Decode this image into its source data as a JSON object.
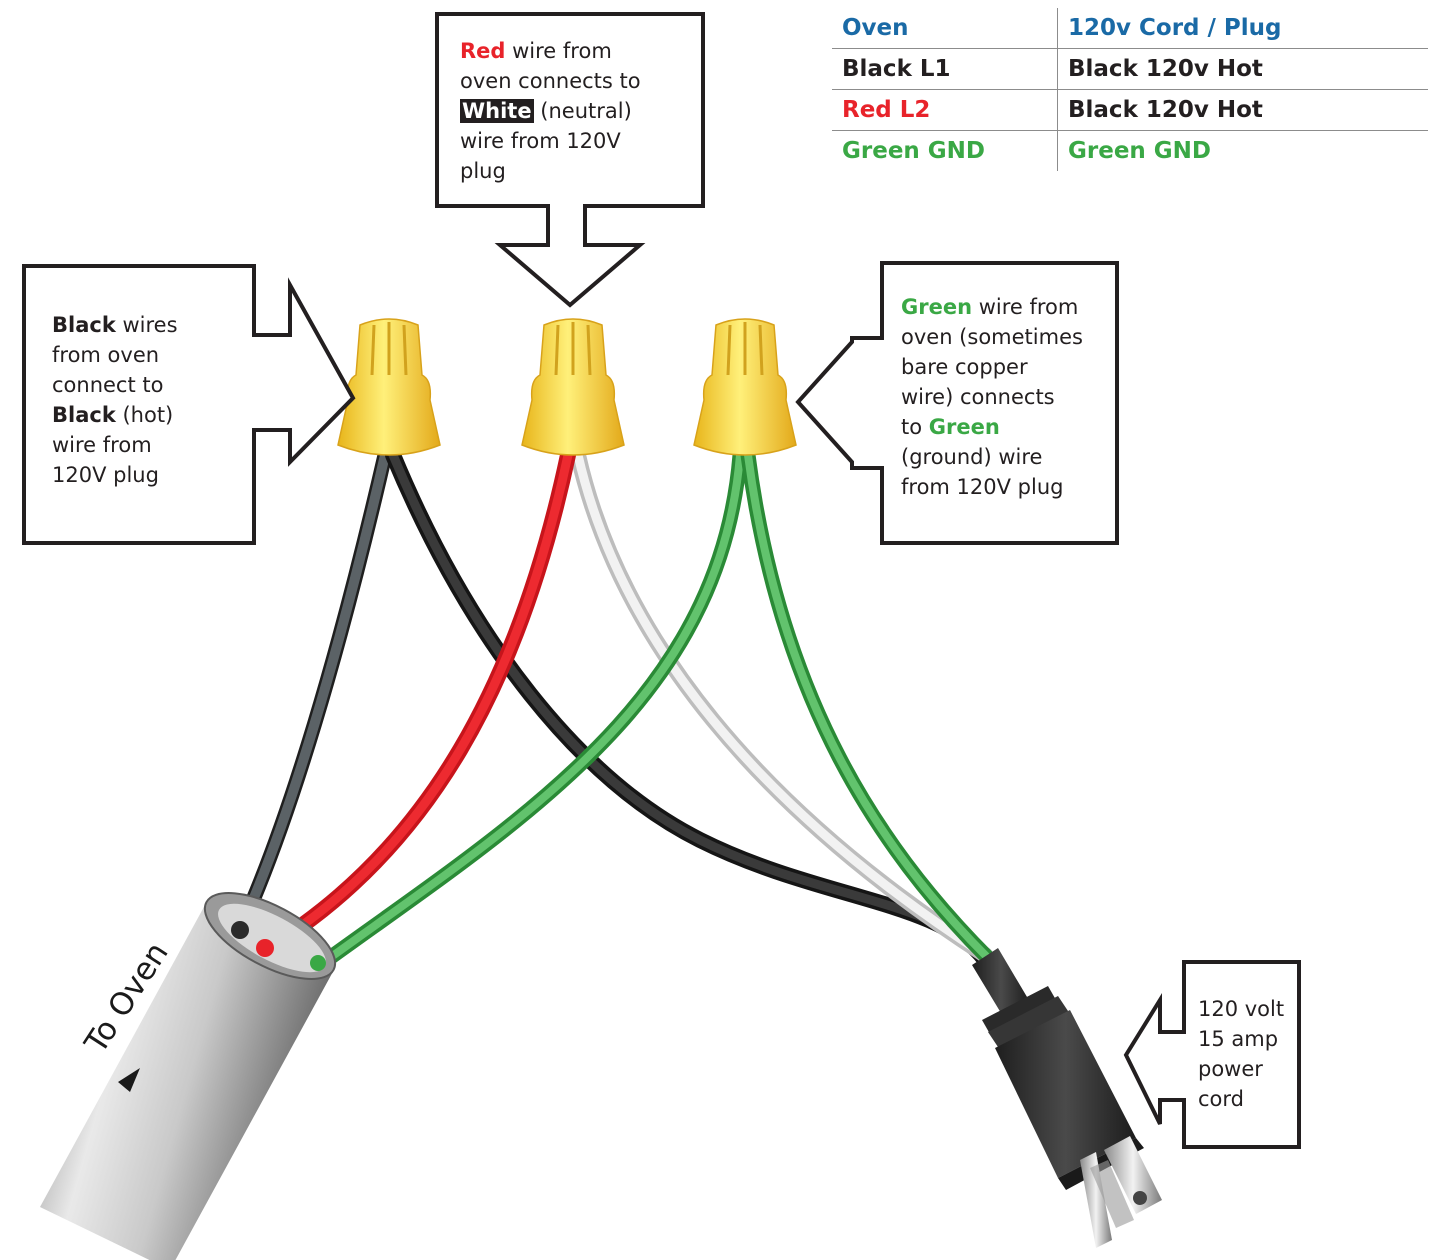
{
  "legend": {
    "header": [
      "Oven",
      "120v Cord / Plug"
    ],
    "rows": [
      {
        "oven": "Black L1",
        "plug": "Black 120v Hot",
        "oven_color": "#231f20"
      },
      {
        "oven": "Red L2",
        "plug": "Black 120v Hot",
        "oven_color": "#e8232a"
      },
      {
        "oven": "Green GND",
        "plug": "Green GND",
        "oven_color": "#3aa845"
      }
    ]
  },
  "callouts": {
    "red": {
      "w1": "Red",
      "t1": " wire from",
      "t2": "oven connects to",
      "w2": "White",
      "t3": " (neutral)",
      "t4": "wire from 120V",
      "t5": "plug"
    },
    "black": {
      "w1": "Black",
      "t1": " wires",
      "t2": "from oven",
      "t3": "connect to",
      "w2": "Black",
      "t4": " (hot)",
      "t5": "wire from",
      "t6": "120V plug"
    },
    "green": {
      "w1": "Green",
      "t1": " wire from",
      "t2": "oven (sometimes",
      "t3": "bare copper",
      "t4": "wire) connects",
      "t5": "to ",
      "w2": "Green",
      "t6": "(ground) wire",
      "t7": "from 120V plug"
    },
    "cord": {
      "l1": "120 volt",
      "l2": "15 amp",
      "l3": "power",
      "l4": "cord"
    }
  },
  "conduit_label": "To Oven",
  "colors": {
    "wire_black": "#2b2b2b",
    "wire_gray": "#4a4f52",
    "wire_red": "#e8232a",
    "wire_white": "#e6e6e6",
    "wire_green": "#3aa845",
    "wire_nut": "#f7d428",
    "conduit": "#b8b8b8",
    "plug": "#333333",
    "header_blue": "#1a6aa6"
  }
}
